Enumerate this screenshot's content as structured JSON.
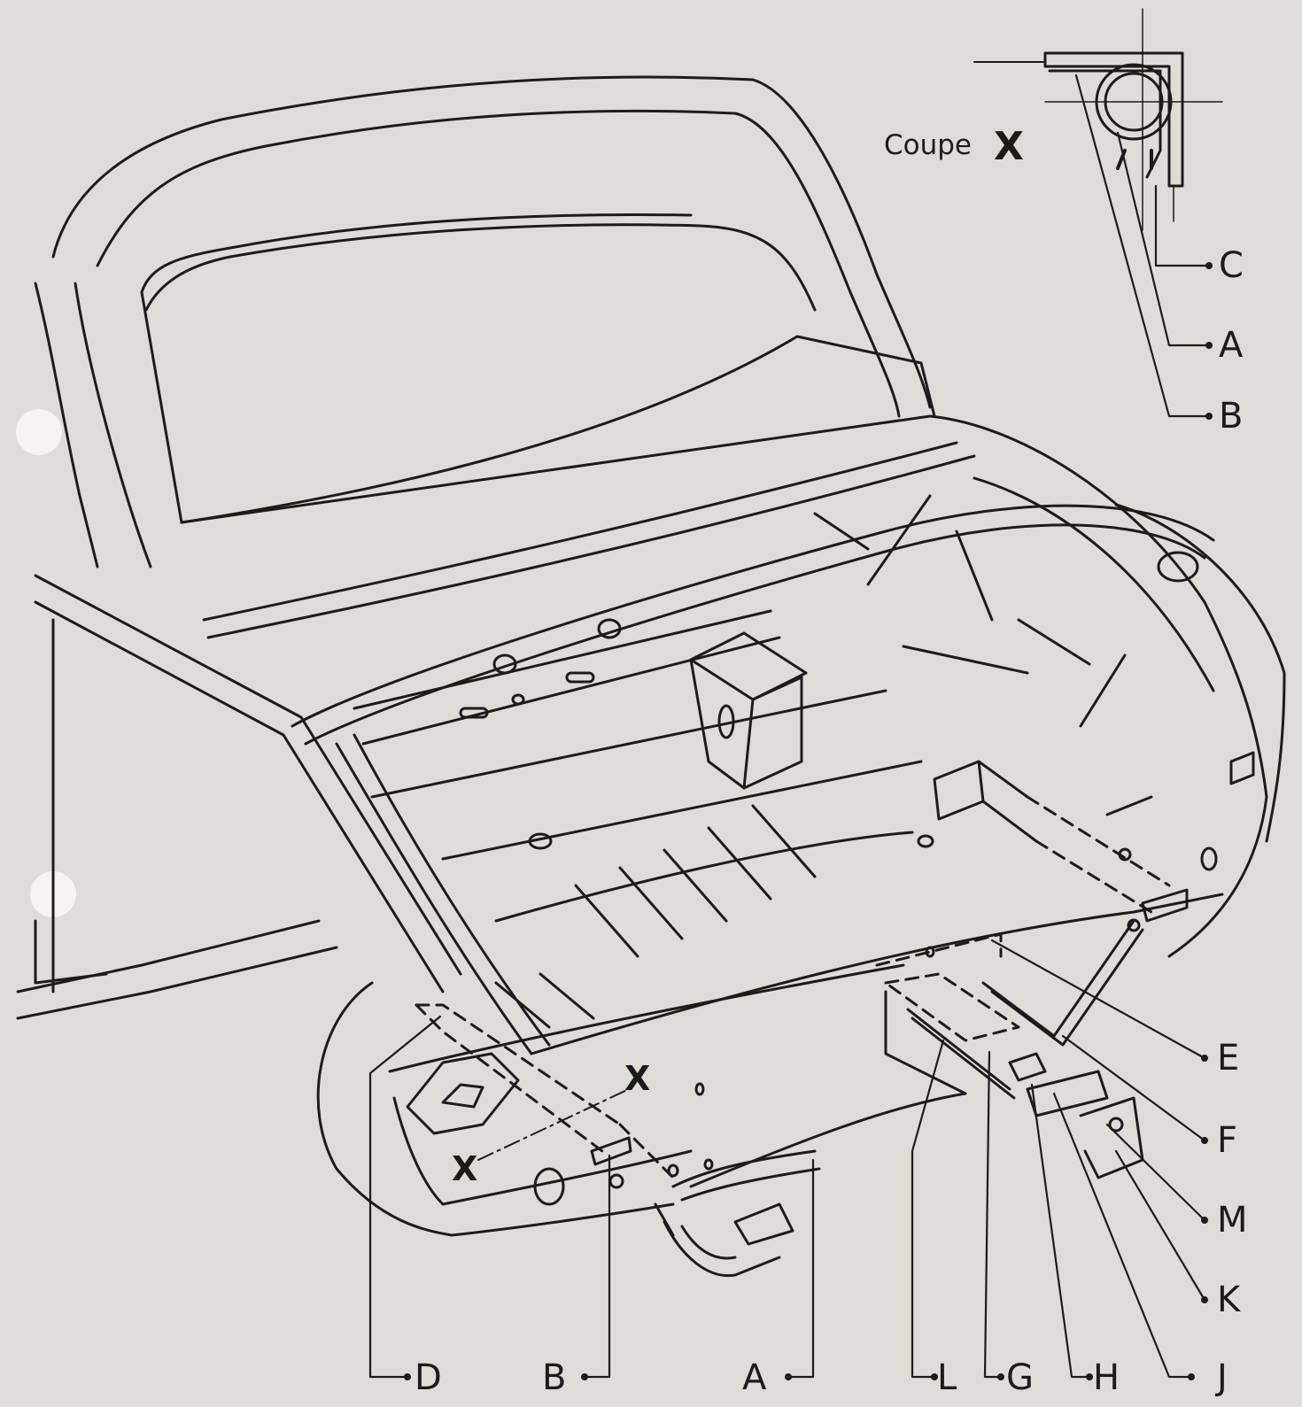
{
  "section_view": {
    "title": "Coupe",
    "mark": "X",
    "callouts": [
      "C",
      "A",
      "B"
    ]
  },
  "main_view": {
    "right_callouts": [
      "E",
      "F",
      "M",
      "K"
    ],
    "bottom_callouts": [
      "D",
      "B",
      "A",
      "L",
      "G",
      "H",
      "J"
    ],
    "section_line_marks": [
      "X",
      "X"
    ]
  },
  "colors": {
    "paper": "#dedcd6",
    "ink": "#1b1b1b"
  }
}
